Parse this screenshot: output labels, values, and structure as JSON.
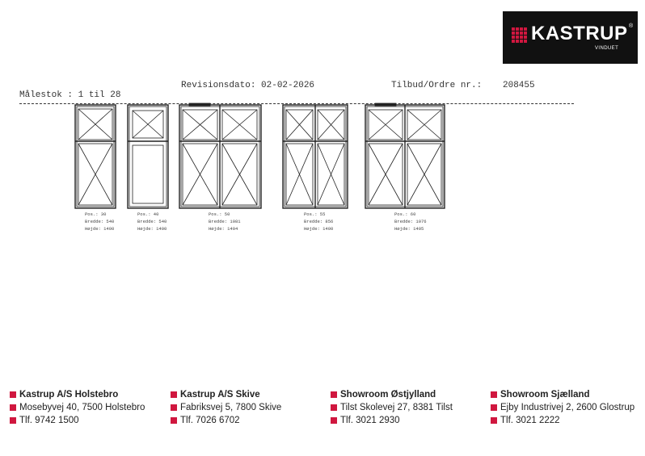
{
  "brand": {
    "name": "KASTRUP",
    "registered": "®",
    "sub": "VINDUET"
  },
  "header": {
    "scale": "Målestok : 1 til 28",
    "revision": "Revisionsdato: 02-02-2026",
    "order_label": "Tilbud/Ordre nr.:",
    "order_value": "208455"
  },
  "positions": [
    {
      "pos": "Pos.: 30",
      "width": "Bredde: 540",
      "height": "Højde: 1400"
    },
    {
      "pos": "Pos.: 40",
      "width": "Bredde: 540",
      "height": "Højde: 1400"
    },
    {
      "pos": "Pos.: 50",
      "width": "Bredde: 1081",
      "height": "Højde: 1404"
    },
    {
      "pos": "Pos.: 55",
      "width": "Bredde: 856",
      "height": "Højde: 1400"
    },
    {
      "pos": "Pos.: 60",
      "width": "Bredde: 1076",
      "height": "Højde: 1405"
    }
  ],
  "footer": [
    {
      "name": "Kastrup A/S Holstebro",
      "address": "Mosebyvej 40, 7500 Holstebro",
      "phone": "Tlf. 9742 1500"
    },
    {
      "name": "Kastrup A/S Skive",
      "address": "Fabriksvej 5, 7800 Skive",
      "phone": "Tlf. 7026 6702"
    },
    {
      "name": "Showroom Østjylland",
      "address": "Tilst Skolevej 27, 8381 Tilst",
      "phone": "Tlf. 3021 2930"
    },
    {
      "name": "Showroom Sjælland",
      "address": "Ejby Industrivej 2, 2600 Glostrup",
      "phone": "Tlf. 3021 2222"
    }
  ]
}
